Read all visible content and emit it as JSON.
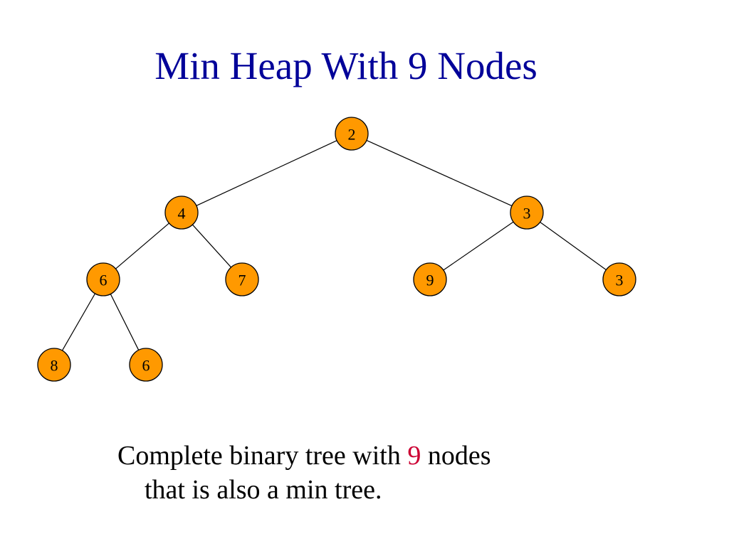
{
  "title": "Min Heap With 9 Nodes",
  "tree": {
    "nodes": [
      {
        "id": "n1",
        "value": "2"
      },
      {
        "id": "n2",
        "value": "4"
      },
      {
        "id": "n3",
        "value": "3"
      },
      {
        "id": "n4",
        "value": "6"
      },
      {
        "id": "n5",
        "value": "7"
      },
      {
        "id": "n6",
        "value": "9"
      },
      {
        "id": "n7",
        "value": "3"
      },
      {
        "id": "n8",
        "value": "8"
      },
      {
        "id": "n9",
        "value": "6"
      }
    ],
    "edges": [
      {
        "from": "n1",
        "to": "n2"
      },
      {
        "from": "n1",
        "to": "n3"
      },
      {
        "from": "n2",
        "to": "n4"
      },
      {
        "from": "n2",
        "to": "n5"
      },
      {
        "from": "n3",
        "to": "n6"
      },
      {
        "from": "n3",
        "to": "n7"
      },
      {
        "from": "n4",
        "to": "n8"
      },
      {
        "from": "n4",
        "to": "n9"
      }
    ],
    "node_fill": "#ff9900"
  },
  "caption": {
    "before": "Complete binary tree with ",
    "highlight": "9",
    "after": " nodes",
    "line2": "that is also a min tree.",
    "highlight_color": "#cc0033"
  },
  "title_color": "#000099"
}
